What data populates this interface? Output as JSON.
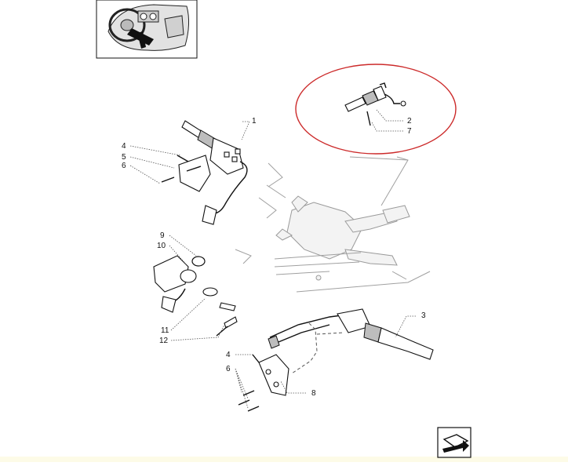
{
  "callouts": {
    "c1": "1",
    "c2": "2",
    "c3": "3",
    "c4a": "4",
    "c4b": "4",
    "c5": "5",
    "c6a": "6",
    "c6b": "6",
    "c7": "7",
    "c8": "8",
    "c9": "9",
    "c10": "10",
    "c11": "11",
    "c12": "12"
  },
  "colors": {
    "highlight_ellipse": "#cc2a2a",
    "ink": "#111111",
    "ghost": "#9a9a9a",
    "footer_band": "#fdfbe7"
  },
  "icons": {
    "thumbnail": "tractor-cab-dashboard-icon",
    "nav": "next-page-arrow-icon"
  }
}
